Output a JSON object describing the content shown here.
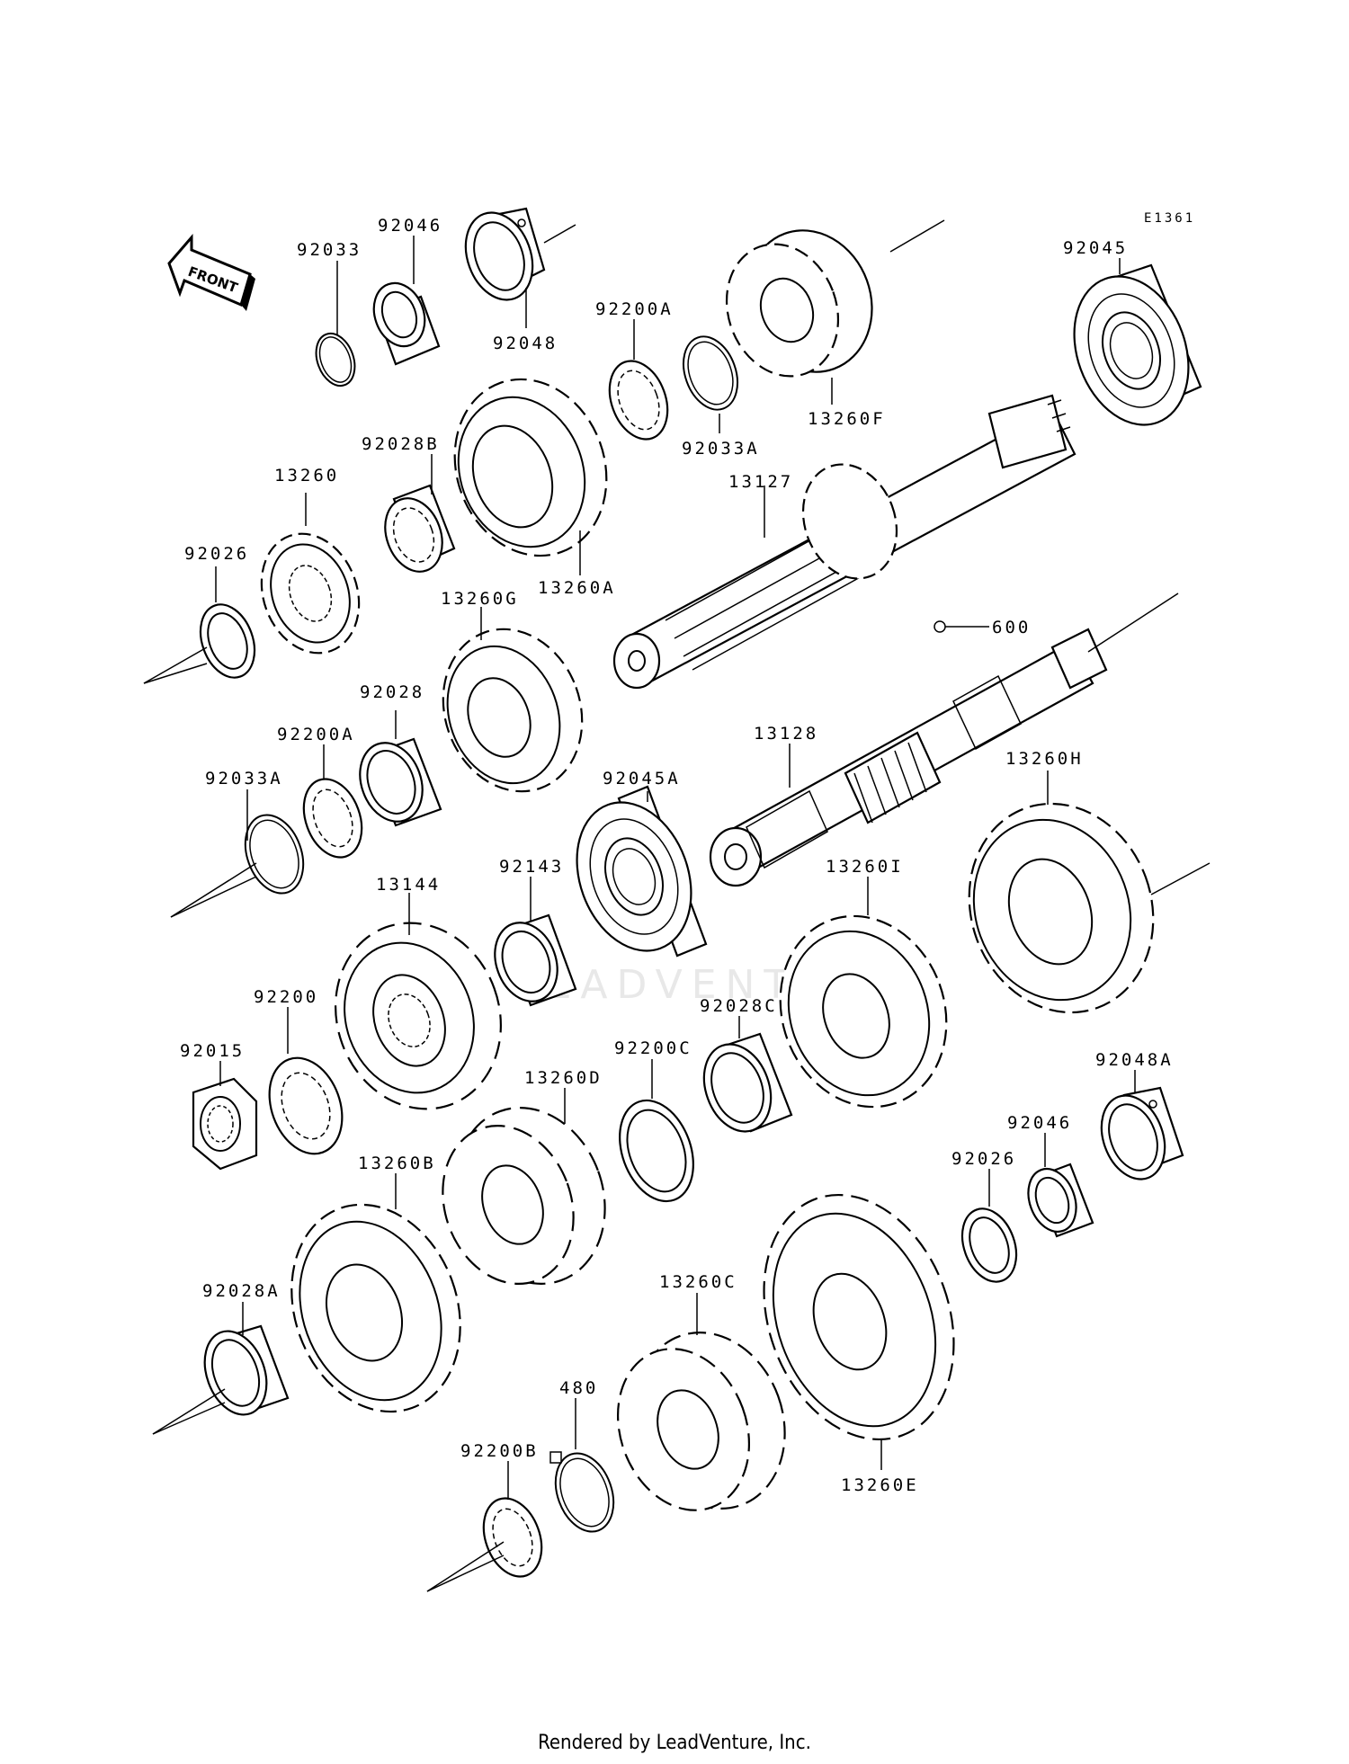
{
  "diagram_code": "E1361",
  "front_label": "FRONT",
  "footer": "Rendered by LeadVenture, Inc.",
  "watermark": "LEADVENTURE",
  "parts": {
    "p92046": "92046",
    "p92033": "92033",
    "p92048": "92048",
    "p92200A_top": "92200A",
    "p92033A_top": "92033A",
    "p13260F": "13260F",
    "p92045": "92045",
    "p13260": "13260",
    "p92028B": "92028B",
    "p13260A": "13260A",
    "p13127": "13127",
    "p92026_left": "92026",
    "p13260G": "13260G",
    "p600": "600",
    "p92028": "92028",
    "p92200A_mid": "92200A",
    "p92033A_mid": "92033A",
    "p13128": "13128",
    "p13260H": "13260H",
    "p92045A": "92045A",
    "p13144": "13144",
    "p92143": "92143",
    "p13260I": "13260I",
    "p92200": "92200",
    "p92015": "92015",
    "p92028C": "92028C",
    "p92200C": "92200C",
    "p13260D": "13260D",
    "p92048A": "92048A",
    "p92046_right": "92046",
    "p92026_right": "92026",
    "p13260B": "13260B",
    "p92028A": "92028A",
    "p13260C": "13260C",
    "p480": "480",
    "p92200B": "92200B",
    "p13260E": "13260E"
  }
}
